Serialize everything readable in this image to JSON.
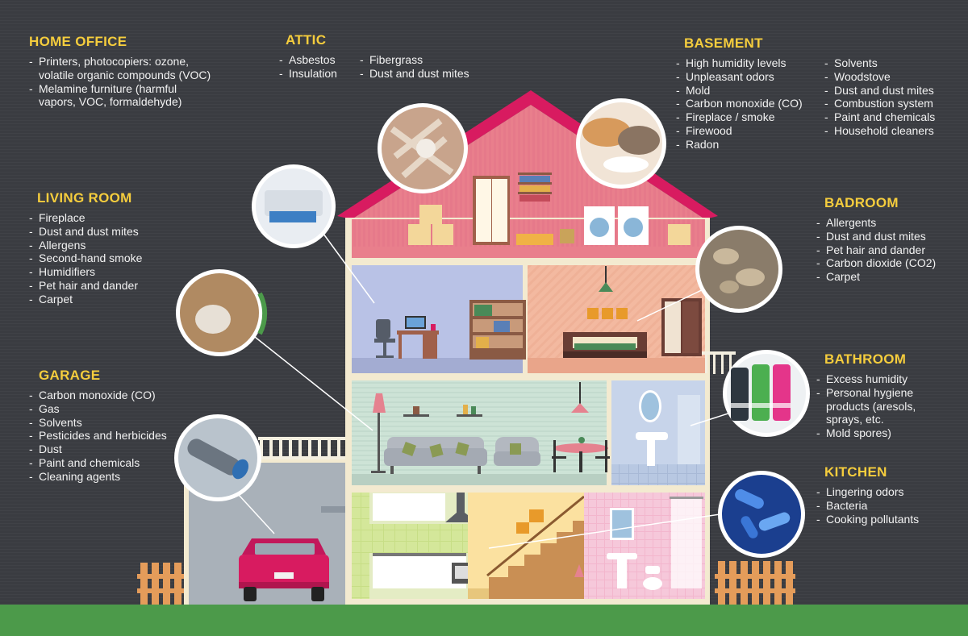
{
  "colors": {
    "background": "#3b3d42",
    "heading": "#f5cd3d",
    "text": "#f2f2f2",
    "roof": "#d81b60",
    "attic_wall": "#e97f8c",
    "office_wall": "#b9c2e6",
    "bedroom_wall": "#f3b9a0",
    "living_wall": "#cde3d6",
    "bathroom_wall": "#c7d4ea",
    "kitchen_wall": "#e4ecc4",
    "hall_wall": "#fbe1a0",
    "washroom_wall": "#f6c8da",
    "garage_wall": "#a9b1b9",
    "car": "#d81b60",
    "fence": "#e49c5a",
    "grass": "#4c9a4a"
  },
  "sections": {
    "home_office": {
      "title": "HOME OFFICE",
      "items": [
        "Printers, photocopiers: ozone, volatile organic compounds (VOC)",
        "Melamine furniture (harmful vapors, VOC, formaldehyde)"
      ]
    },
    "attic": {
      "title": "ATTIC",
      "items_left": [
        "Asbestos",
        "Insulation"
      ],
      "items_right": [
        "Fibergrass",
        "Dust and dust mites"
      ]
    },
    "basement": {
      "title": "BASEMENT",
      "items_left": [
        "High humidity levels",
        "Unpleasant odors",
        "Mold",
        "Carbon monoxide (CO)",
        "Fireplace / smoke",
        "Firewood",
        "Radon"
      ],
      "items_right": [
        "Solvents",
        "Woodstove",
        "Dust and dust mites",
        "Combustion system",
        "Paint and chemicals",
        "Household cleaners"
      ]
    },
    "living_room": {
      "title": "LIVING ROOM",
      "items": [
        "Fireplace",
        "Dust and dust mites",
        "Allergens",
        "Second-hand smoke",
        "Humidifiers",
        "Pet hair and dander",
        "Carpet"
      ]
    },
    "badroom": {
      "title": "BADROOM",
      "items": [
        "Allergents",
        "Dust and dust mites",
        "Pet hair and dander",
        "Carbon dioxide (CO2)",
        "Carpet"
      ]
    },
    "garage": {
      "title": "GARAGE",
      "items": [
        "Carbon monoxide (CO)",
        "Gas",
        "Solvents",
        "Pesticides and herbicides",
        "Dust",
        "Paint and chemicals",
        "Cleaning agents"
      ]
    },
    "bathroom": {
      "title": "BATHROOM",
      "items": [
        "Excess humidity",
        "Personal hygiene products (aresols, sprays, etc.",
        "Mold spores)"
      ]
    },
    "kitchen": {
      "title": "KITCHEN",
      "items": [
        "Lingering odors",
        "Bacteria",
        "Cooking pollutants"
      ]
    }
  },
  "photo_bubbles": [
    {
      "subject": "fiberglass-insulation"
    },
    {
      "subject": "sleeping-cats"
    },
    {
      "subject": "printer"
    },
    {
      "subject": "dust-ball"
    },
    {
      "subject": "dust-mites"
    },
    {
      "subject": "spray-cans"
    },
    {
      "subject": "exhaust-pipe"
    },
    {
      "subject": "bacteria"
    }
  ]
}
